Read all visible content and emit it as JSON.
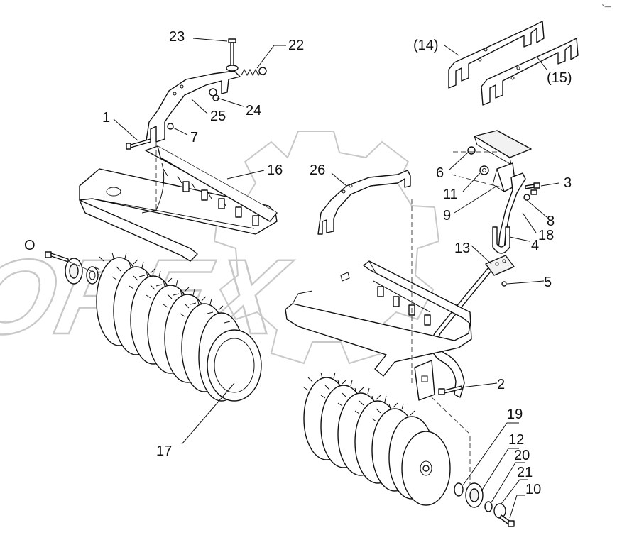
{
  "watermark": {
    "text": "OPEX"
  },
  "corner_mark": "°—",
  "callouts": [
    {
      "id": "c1",
      "text": "1"
    },
    {
      "id": "c2",
      "text": "2"
    },
    {
      "id": "c3",
      "text": "3"
    },
    {
      "id": "c4",
      "text": "4"
    },
    {
      "id": "c5",
      "text": "5"
    },
    {
      "id": "c6",
      "text": "6"
    },
    {
      "id": "c7",
      "text": "7"
    },
    {
      "id": "c8",
      "text": "8"
    },
    {
      "id": "c9",
      "text": "9"
    },
    {
      "id": "c10",
      "text": "10"
    },
    {
      "id": "c11",
      "text": "11"
    },
    {
      "id": "c12",
      "text": "12"
    },
    {
      "id": "c13",
      "text": "13"
    },
    {
      "id": "c14",
      "text": "(14)"
    },
    {
      "id": "c15",
      "text": "(15)"
    },
    {
      "id": "c16",
      "text": "16"
    },
    {
      "id": "c17",
      "text": "17"
    },
    {
      "id": "c18",
      "text": "18"
    },
    {
      "id": "c19",
      "text": "19"
    },
    {
      "id": "c20",
      "text": "20"
    },
    {
      "id": "c21",
      "text": "21"
    },
    {
      "id": "c22",
      "text": "22"
    },
    {
      "id": "c23",
      "text": "23"
    },
    {
      "id": "c24",
      "text": "24"
    },
    {
      "id": "c25",
      "text": "25"
    },
    {
      "id": "c26",
      "text": "26"
    },
    {
      "id": "cO",
      "text": "O"
    }
  ]
}
